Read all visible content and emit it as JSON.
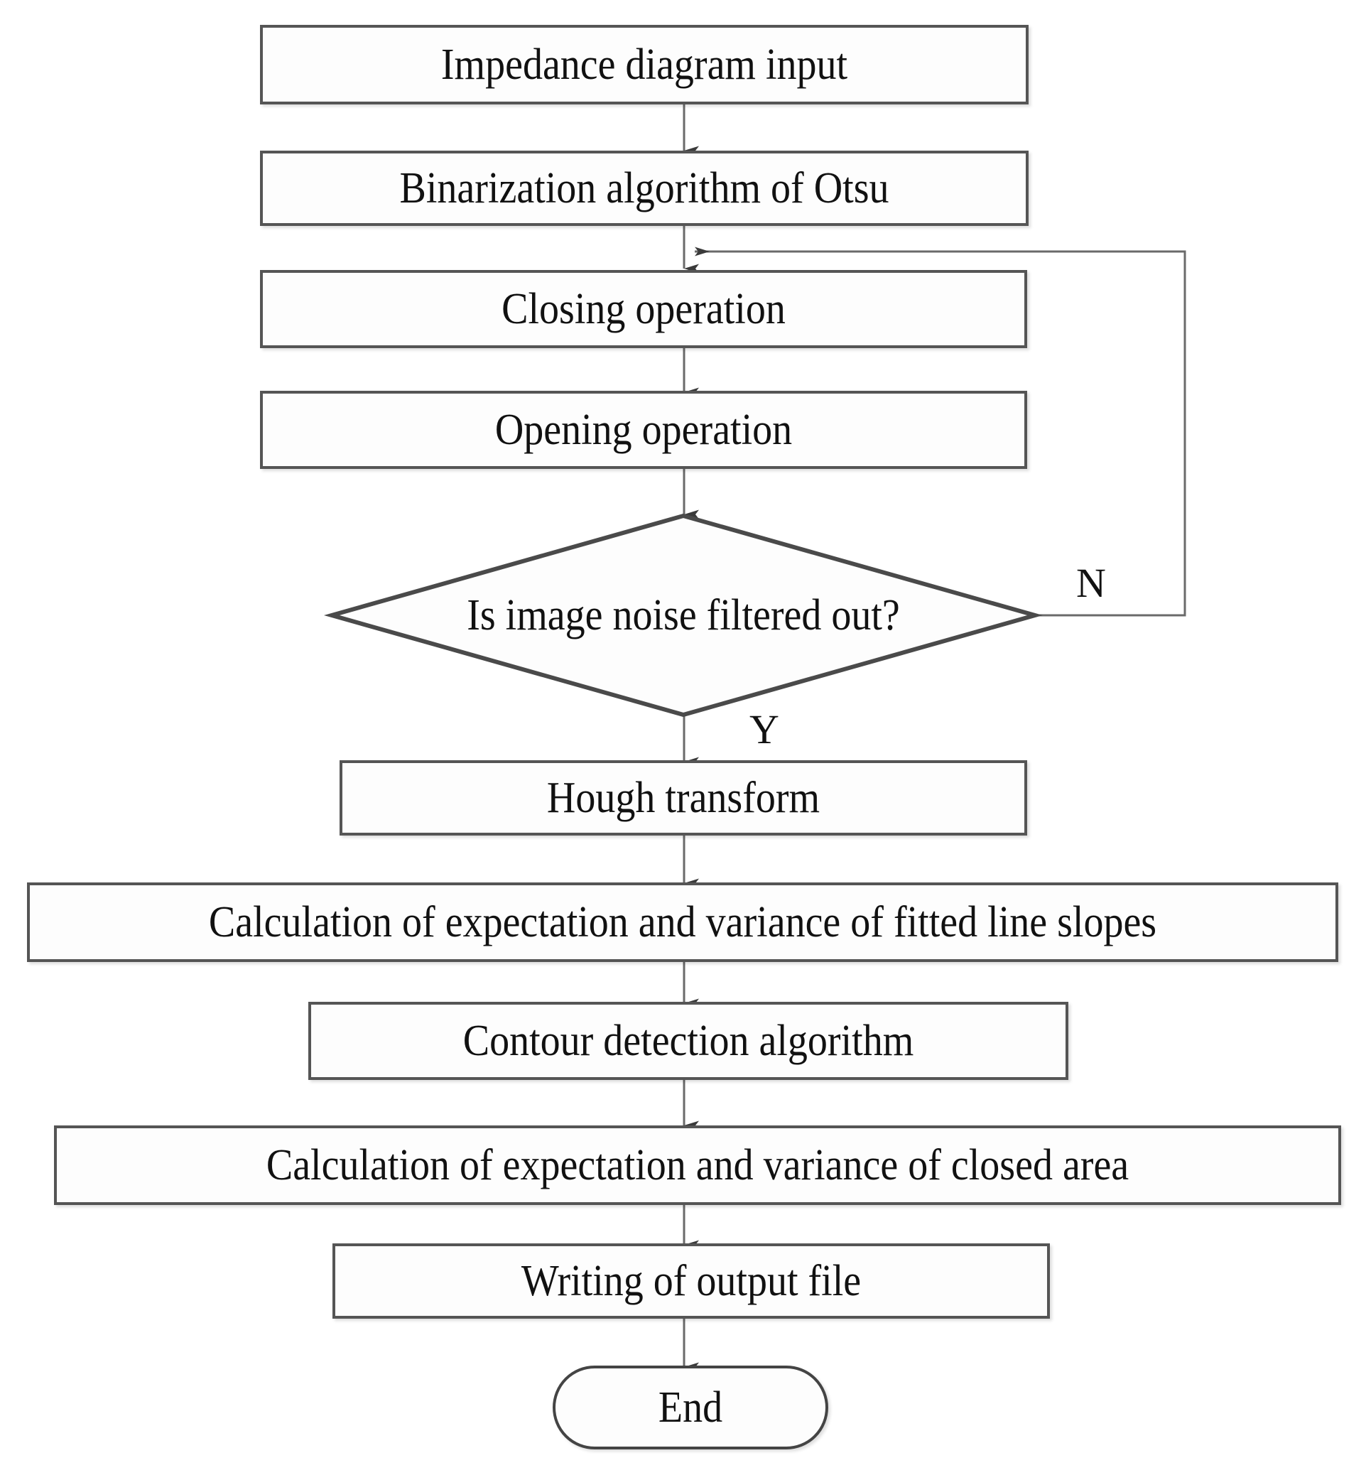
{
  "diagram": {
    "type": "flowchart",
    "title": "",
    "background_color": "#ffffff",
    "box_border_color": "#555555",
    "text_color": "#111111",
    "nodes": [
      {
        "id": "n1",
        "shape": "process",
        "label": "Impedance diagram input"
      },
      {
        "id": "n2",
        "shape": "process",
        "label": "Binarization algorithm of Otsu"
      },
      {
        "id": "n3",
        "shape": "process",
        "label": "Closing operation"
      },
      {
        "id": "n4",
        "shape": "process",
        "label": "Opening operation"
      },
      {
        "id": "n5",
        "shape": "decision",
        "label": "Is image noise filtered out?"
      },
      {
        "id": "n6",
        "shape": "process",
        "label": "Hough transform"
      },
      {
        "id": "n7",
        "shape": "process",
        "label": "Calculation of expectation and variance of fitted line slopes"
      },
      {
        "id": "n8",
        "shape": "process",
        "label": "Contour detection algorithm"
      },
      {
        "id": "n9",
        "shape": "process",
        "label": "Calculation of expectation and variance of closed area"
      },
      {
        "id": "n10",
        "shape": "process",
        "label": "Writing of output file"
      },
      {
        "id": "n11",
        "shape": "terminator",
        "label": "End"
      }
    ],
    "edge_labels": {
      "no_branch": "N",
      "yes_branch": "Y"
    }
  }
}
